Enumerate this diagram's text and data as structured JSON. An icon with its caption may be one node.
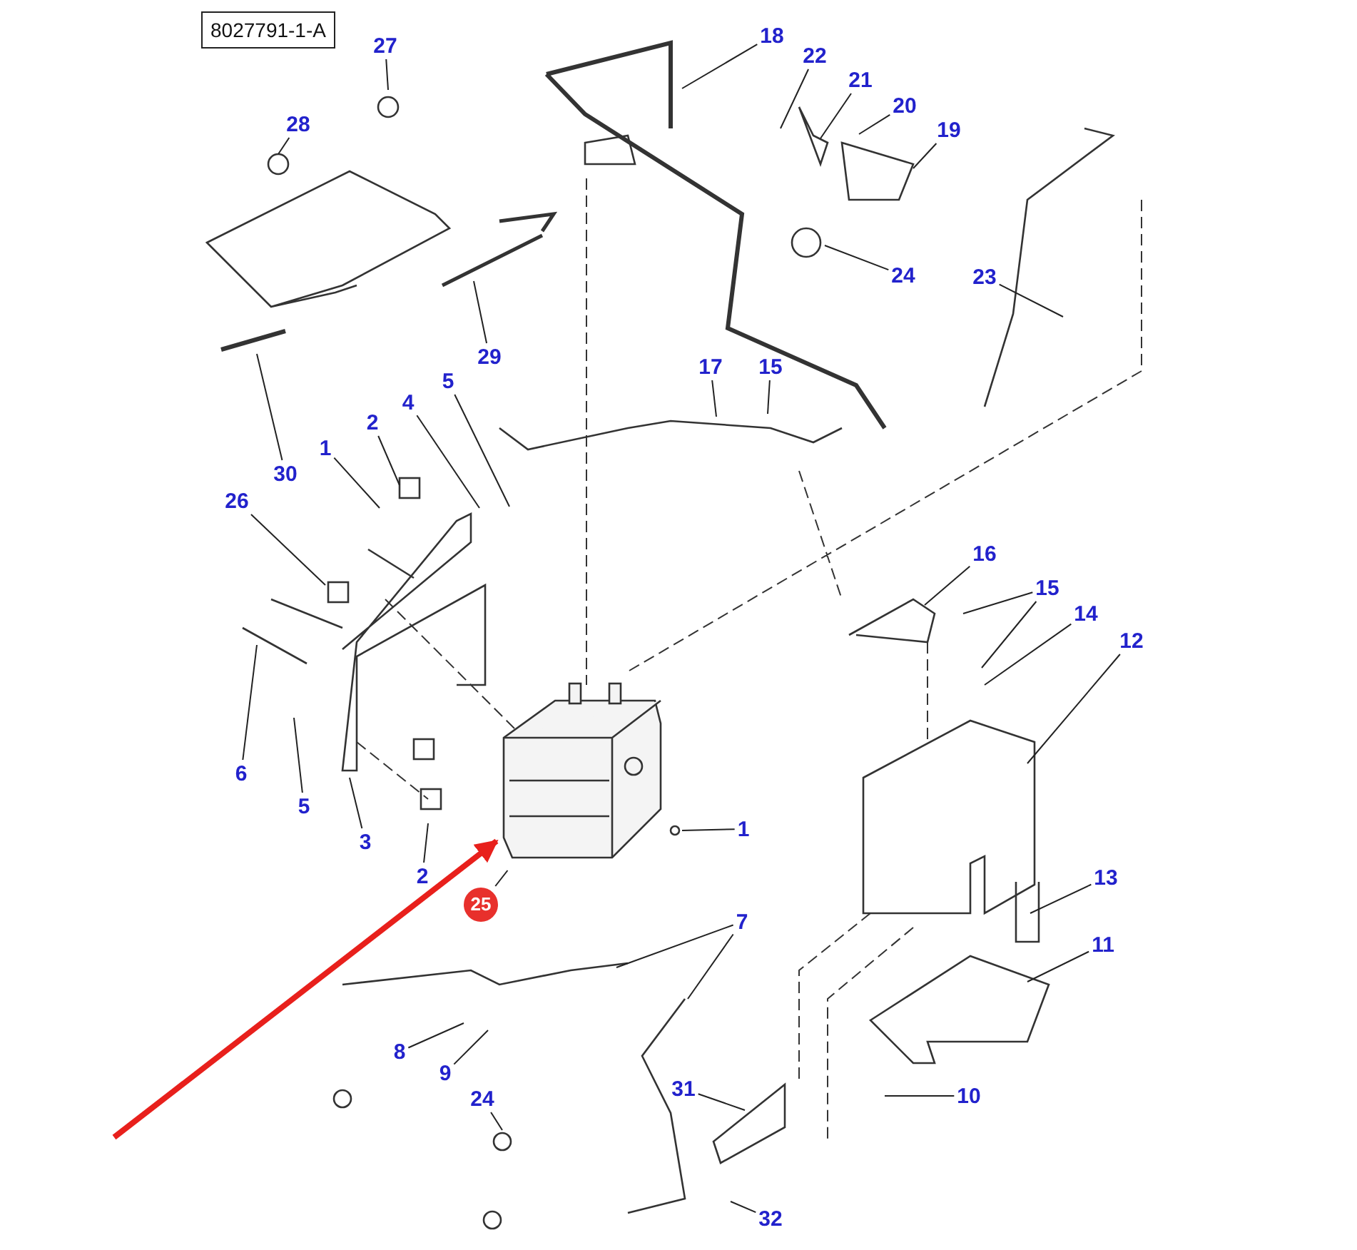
{
  "diagram": {
    "nodes": [
      {
        "text": [
          "8027791-1-A"
        ]
      },
      {
        "text": [
          "27"
        ]
      },
      {
        "text": [
          "28"
        ]
      },
      {
        "text": [
          "18"
        ]
      },
      {
        "text": [
          "22"
        ]
      },
      {
        "text": [
          "21"
        ]
      },
      {
        "text": [
          "20"
        ]
      },
      {
        "text": [
          "19"
        ]
      },
      {
        "text": [
          "24"
        ]
      },
      {
        "text": [
          "23"
        ]
      },
      {
        "text": [
          "29"
        ]
      },
      {
        "text": [
          "30"
        ]
      },
      {
        "text": [
          "17"
        ]
      },
      {
        "text": [
          "15"
        ]
      },
      {
        "text": [
          "1"
        ]
      },
      {
        "text": [
          "2"
        ]
      },
      {
        "text": [
          "4"
        ]
      },
      {
        "text": [
          "5"
        ]
      },
      {
        "text": [
          "26"
        ]
      },
      {
        "text": [
          "16"
        ]
      },
      {
        "text": [
          "15"
        ]
      },
      {
        "text": [
          "14"
        ]
      },
      {
        "text": [
          "12"
        ]
      },
      {
        "text": [
          "6"
        ]
      },
      {
        "text": [
          "5"
        ]
      },
      {
        "text": [
          "3"
        ]
      },
      {
        "text": [
          "2"
        ]
      },
      {
        "text": [
          "1"
        ]
      },
      {
        "text": [],
        "shape": "picture"
      },
      {
        "text": [
          "25"
        ]
      },
      {
        "text": [
          "13"
        ]
      },
      {
        "text": [
          "11"
        ]
      },
      {
        "text": [
          "7"
        ]
      },
      {
        "text": [
          "8"
        ]
      },
      {
        "text": [
          "9"
        ]
      },
      {
        "text": [
          "24"
        ]
      },
      {
        "text": [
          "10"
        ]
      },
      {
        "text": [
          "31"
        ]
      },
      {
        "text": [
          "32"
        ]
      }
    ],
    "edges": [
      {
        "from": 1,
        "to": null,
        "arrow": "none"
      },
      {
        "from": 2,
        "to": null,
        "arrow": "none"
      },
      {
        "from": 3,
        "to": null,
        "arrow": "none"
      },
      {
        "from": 4,
        "to": null,
        "arrow": "none"
      },
      {
        "from": 5,
        "to": null,
        "arrow": "none"
      },
      {
        "from": 6,
        "to": null,
        "arrow": "none"
      },
      {
        "from": 7,
        "to": null,
        "arrow": "none"
      },
      {
        "from": 8,
        "to": null,
        "arrow": "none"
      },
      {
        "from": 9,
        "to": null,
        "arrow": "none"
      },
      {
        "from": 10,
        "to": null,
        "arrow": "none"
      },
      {
        "from": 11,
        "to": null,
        "arrow": "none"
      },
      {
        "from": 12,
        "to": null,
        "arrow": "none"
      },
      {
        "from": 13,
        "to": null,
        "arrow": "none"
      },
      {
        "from": 14,
        "to": null,
        "arrow": "none"
      },
      {
        "from": 15,
        "to": null,
        "arrow": "none"
      },
      {
        "from": 16,
        "to": null,
        "arrow": "none"
      },
      {
        "from": 17,
        "to": null,
        "arrow": "none"
      },
      {
        "from": 18,
        "to": null,
        "arrow": "none"
      },
      {
        "from": 19,
        "to": null,
        "arrow": "none"
      },
      {
        "from": 20,
        "to": null,
        "arrow": "none"
      },
      {
        "from": 20,
        "to": null,
        "arrow": "none"
      },
      {
        "from": 21,
        "to": null,
        "arrow": "none"
      },
      {
        "from": 22,
        "to": null,
        "arrow": "none"
      },
      {
        "from": 23,
        "to": null,
        "arrow": "none"
      },
      {
        "from": 24,
        "to": null,
        "arrow": "none"
      },
      {
        "from": 25,
        "to": null,
        "arrow": "none"
      },
      {
        "from": 26,
        "to": null,
        "arrow": "none"
      },
      {
        "from": 27,
        "to": null,
        "arrow": "none"
      },
      {
        "from": 29,
        "to": 28,
        "arrow": "none"
      },
      {
        "from": null,
        "to": 28,
        "arrow": "to",
        "style": "thick",
        "color": "#e8201c"
      },
      {
        "from": 30,
        "to": null,
        "arrow": "none"
      },
      {
        "from": 31,
        "to": null,
        "arrow": "none"
      },
      {
        "from": 32,
        "to": null,
        "arrow": "none"
      },
      {
        "from": 32,
        "to": null,
        "arrow": "none"
      },
      {
        "from": 33,
        "to": null,
        "arrow": "none"
      },
      {
        "from": 34,
        "to": null,
        "arrow": "none"
      },
      {
        "from": 35,
        "to": null,
        "arrow": "none"
      },
      {
        "from": 36,
        "to": null,
        "arrow": "none"
      },
      {
        "from": 37,
        "to": null,
        "arrow": "none"
      },
      {
        "from": 38,
        "to": null,
        "arrow": "none"
      }
    ]
  }
}
